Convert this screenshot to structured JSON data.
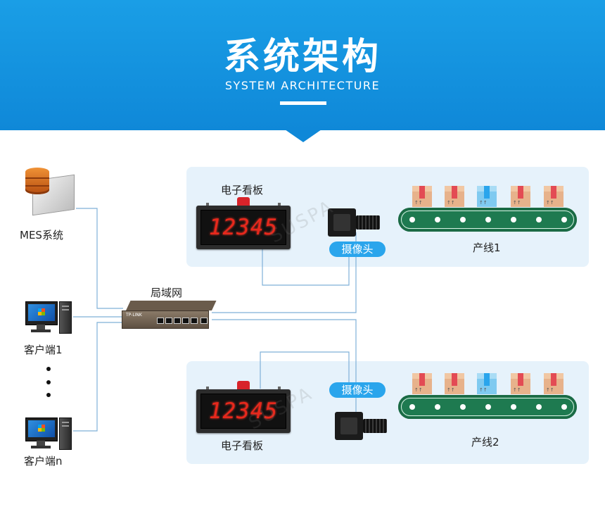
{
  "header": {
    "title": "系统架构",
    "subtitle": "SYSTEM ARCHITECTURE"
  },
  "nodes": {
    "mes": "MES系统",
    "lan": "局域网",
    "client1": "客户端1",
    "clientn": "客户端n"
  },
  "line1": {
    "board_label": "电子看板",
    "board_digits": "12345",
    "camera_label": "摄像头",
    "line_label": "产线1"
  },
  "line2": {
    "board_label": "电子看板",
    "board_digits": "12345",
    "camera_label": "摄像头",
    "line_label": "产线2"
  },
  "router_brand": "TP-LINK",
  "watermark": "SUSPA",
  "colors": {
    "banner": "#1a9ee6",
    "panel": "#e6f2fb",
    "connector": "#7fb0d8",
    "led_digit": "#e8281c",
    "belt": "#1e7a50",
    "pill": "#2aa5ec"
  }
}
